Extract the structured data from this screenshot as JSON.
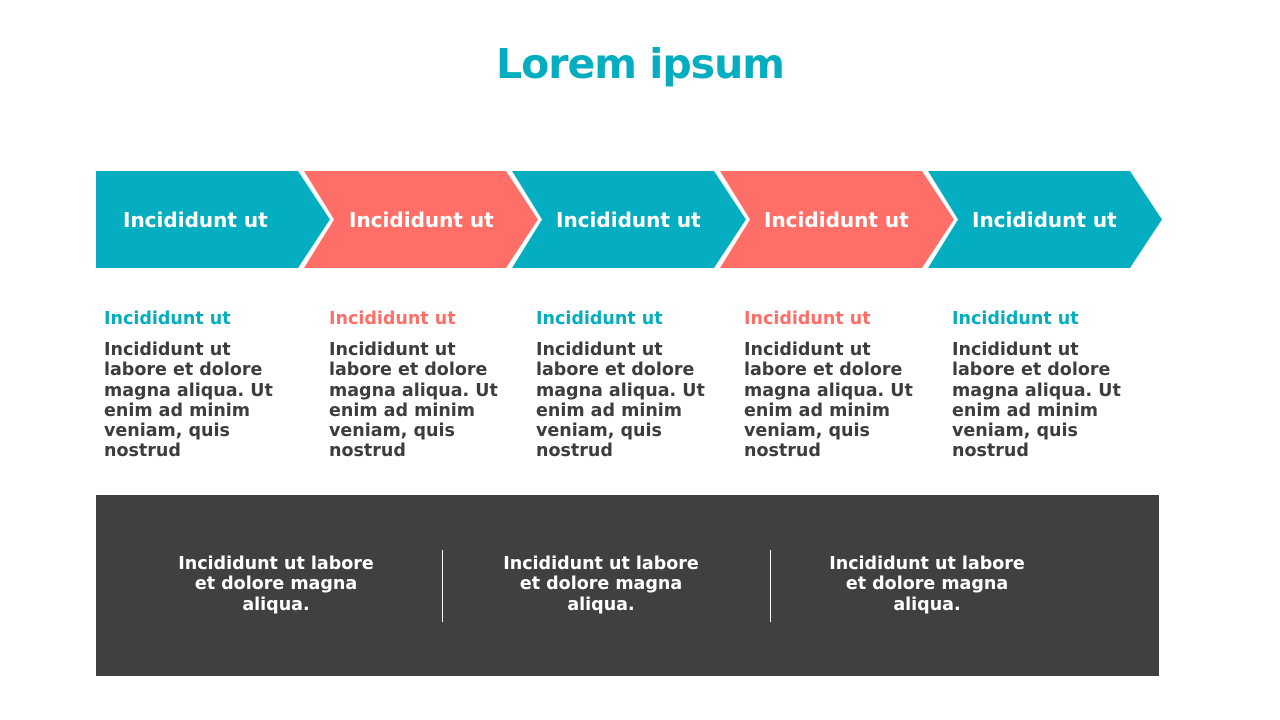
{
  "title": "Lorem ipsum",
  "colors": {
    "teal": "#04aec0",
    "coral": "#ff6f67",
    "dark": "#404040",
    "text": "#3d3d3d"
  },
  "chevrons": [
    {
      "label": "Incididunt ut",
      "color": "teal"
    },
    {
      "label": "Incididunt ut",
      "color": "coral"
    },
    {
      "label": "Incididunt ut",
      "color": "teal"
    },
    {
      "label": "Incididunt ut",
      "color": "coral"
    },
    {
      "label": "Incididunt ut",
      "color": "teal"
    }
  ],
  "columns": [
    {
      "heading": "Incididunt ut",
      "body": "Incididunt ut labore et dolore magna aliqua. Ut enim ad minim veniam, quis nostrud"
    },
    {
      "heading": "Incididunt ut",
      "body": "Incididunt ut labore et dolore magna aliqua. Ut enim ad minim veniam, quis nostrud"
    },
    {
      "heading": "Incididunt ut",
      "body": "Incididunt ut labore et dolore magna aliqua. Ut enim ad minim veniam, quis nostrud"
    },
    {
      "heading": "Incididunt ut",
      "body": "Incididunt ut labore et dolore magna aliqua. Ut enim ad minim veniam, quis nostrud"
    },
    {
      "heading": "Incididunt ut",
      "body": "Incididunt ut labore et dolore magna aliqua. Ut enim ad minim veniam, quis nostrud"
    }
  ],
  "footer": {
    "items": [
      {
        "text": "Incididunt ut labore et dolore magna aliqua."
      },
      {
        "text": "Incididunt ut labore et dolore magna aliqua."
      },
      {
        "text": "Incididunt ut labore et dolore magna aliqua."
      }
    ]
  }
}
